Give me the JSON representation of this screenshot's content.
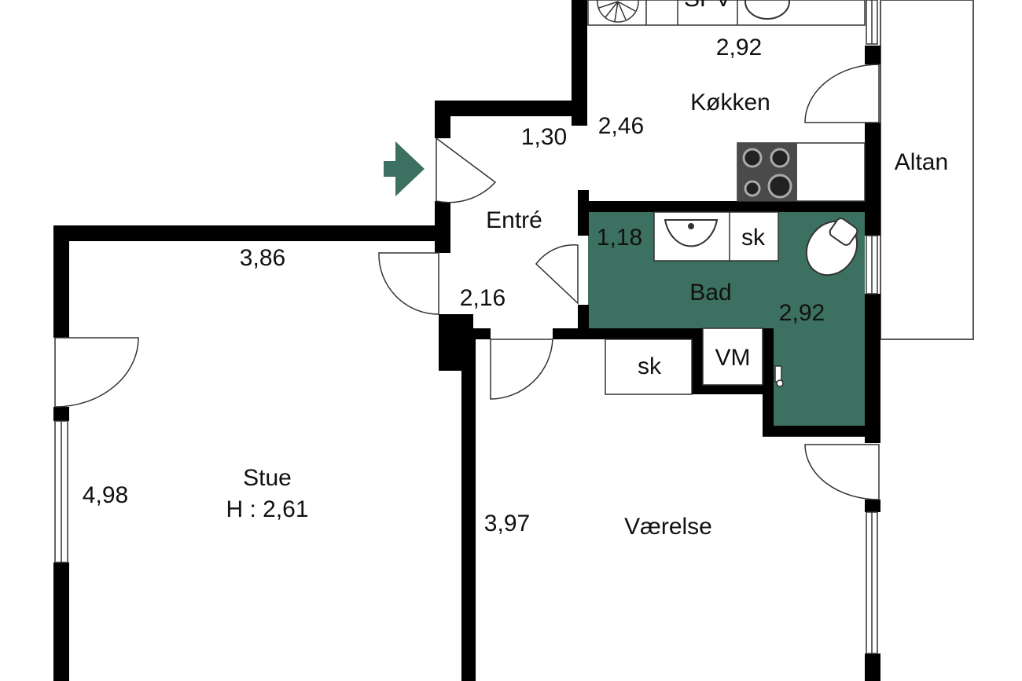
{
  "colors": {
    "wall": "#000000",
    "bathroom_fill": "#3c7060",
    "entry_arrow": "#3c7060",
    "fixture_stroke": "#333333",
    "stove_fill": "#4a4a4a",
    "background": "#ffffff"
  },
  "rooms": {
    "kitchen": "Køkken",
    "entry": "Entré",
    "living": "Stue",
    "living_height": "H : 2,61",
    "bath": "Bad",
    "bedroom": "Værelse",
    "balcony": "Altan"
  },
  "fixtures": {
    "bath_cabinet": "sk",
    "bedroom_cabinet": "sk",
    "washing_machine": "VM",
    "kitchen_cut_label": "SPV"
  },
  "dimensions": {
    "kitchen_width": "2,92",
    "kitchen_depth": "2,46",
    "entry_nook": "1,30",
    "living_width": "3,86",
    "entry_width": "2,16",
    "bath_width": "1,18",
    "bath_depth": "2,92",
    "living_depth": "4,98",
    "bedroom_depth": "3,97"
  },
  "icons": {
    "entry": "entry-arrow-icon",
    "stove": "stove-icon",
    "sink": "sink-icon",
    "toilet": "toilet-icon",
    "shower": "shower-icon",
    "kitchen_sink": "kitchen-sink-icon",
    "fan": "extractor-fan-icon"
  }
}
